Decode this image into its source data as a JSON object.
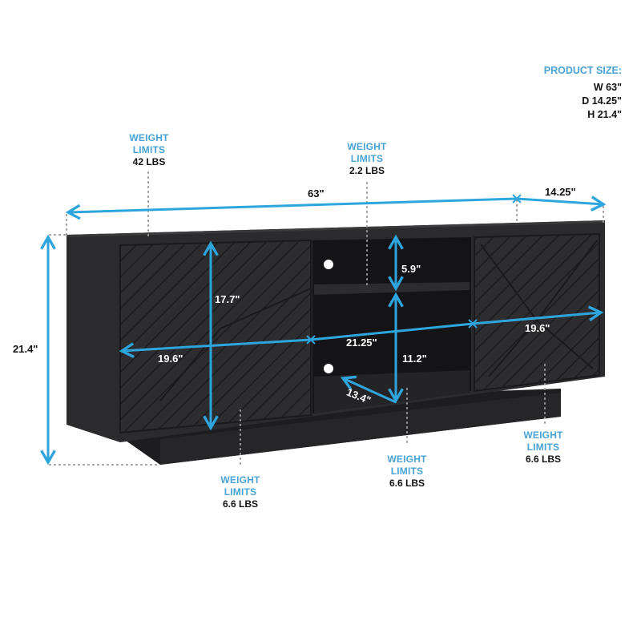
{
  "product_size": {
    "title": "PRODUCT SIZE:",
    "width": "W 63\"",
    "depth": "D 14.25\"",
    "height": "H 21.4\""
  },
  "weight_limits": {
    "top": {
      "head1": "WEIGHT",
      "head2": "LIMITS",
      "value": "42 LBS"
    },
    "upper_shelf": {
      "head1": "WEIGHT",
      "head2": "LIMITS",
      "value": "2.2 LBS"
    },
    "left_cabinet": {
      "head1": "WEIGHT",
      "head2": "LIMITS",
      "value": "6.6 LBS"
    },
    "center_bottom": {
      "head1": "WEIGHT",
      "head2": "LIMITS",
      "value": "6.6 LBS"
    },
    "right_cabinet": {
      "head1": "WEIGHT",
      "head2": "LIMITS",
      "value": "6.6 LBS"
    }
  },
  "dimensions": {
    "overall_width": "63\"",
    "overall_depth": "14.25\"",
    "overall_height": "21.4\"",
    "left_door_height": "17.7\"",
    "left_door_width": "19.6\"",
    "center_width": "21.25\"",
    "right_door_width": "19.6\"",
    "upper_shelf_height": "5.9\"",
    "lower_shelf_height": "11.2\"",
    "shelf_depth": "13.4\""
  },
  "colors": {
    "accent": "#2ea6dd",
    "label_blue": "#4aa3d4",
    "cabinet": "#2b2b2d",
    "cabinet_dark": "#1c1c1e",
    "text": "#111111"
  }
}
